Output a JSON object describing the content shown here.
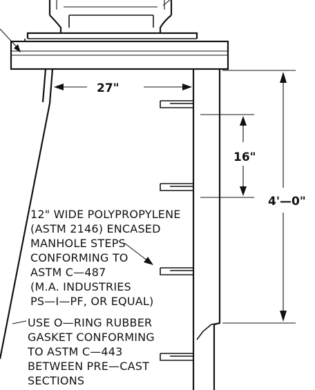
{
  "dimensions": {
    "inner_diameter": "27\"",
    "step_spacing": "16\"",
    "section_height": "4'—0\""
  },
  "notes": {
    "steps": [
      "12\" WIDE POLYPROPYLENE",
      "(ASTM 2146) ENCASED",
      "MANHOLE STEPS",
      "CONFORMING TO",
      "ASTM C—487",
      "(M.A. INDUSTRIES",
      "PS—I—PF, OR EQUAL)"
    ],
    "gasket": [
      "USE O—RING RUBBER",
      "GASKET CONFORMING",
      "TO ASTM C—443",
      "BETWEEN PRE—CAST",
      "SECTIONS"
    ]
  }
}
